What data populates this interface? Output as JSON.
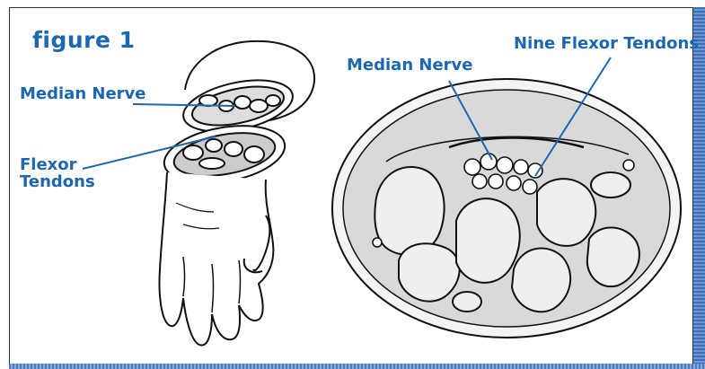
{
  "figure": {
    "title": "figure 1",
    "labels": {
      "median_nerve_left": "Median Nerve",
      "flexor_tendons": "Flexor Tendons",
      "median_nerve_right": "Median Nerve",
      "nine_flexor_tendons": "Nine Flexor Tendons"
    },
    "colors": {
      "label": "#1a67b3",
      "line": "#1a67b3",
      "ink": "#111111",
      "accent_bar": "#3d6fb8"
    }
  }
}
